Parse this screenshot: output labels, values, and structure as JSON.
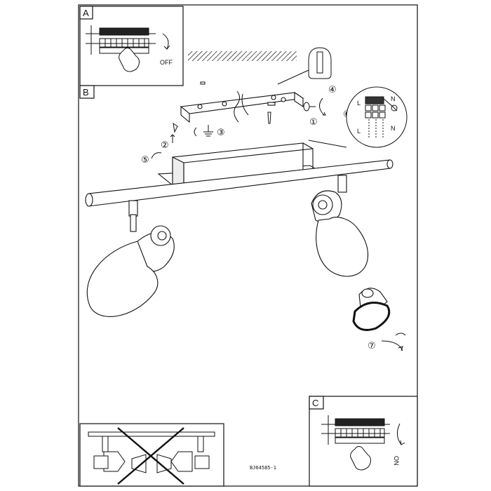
{
  "panels": {
    "a": {
      "letter": "A",
      "switch_label": "OFF"
    },
    "b": {
      "letter": "B"
    },
    "c": {
      "letter": "C",
      "switch_label": "ON"
    }
  },
  "steps": [
    "①",
    "②",
    "③",
    "④",
    "⑤",
    "⑥",
    "⑦"
  ],
  "wiring": {
    "l_top": "L",
    "n_top": "N",
    "l_bottom": "L",
    "n_bottom": "N"
  },
  "model_code": "BJ64585-1",
  "colors": {
    "line": "#111111",
    "background": "#ffffff"
  },
  "icons": [
    "hand-icon",
    "rotate-arrow-icon",
    "ground-symbol-icon",
    "screwdriver-icon",
    "prohibited-x-icon"
  ]
}
